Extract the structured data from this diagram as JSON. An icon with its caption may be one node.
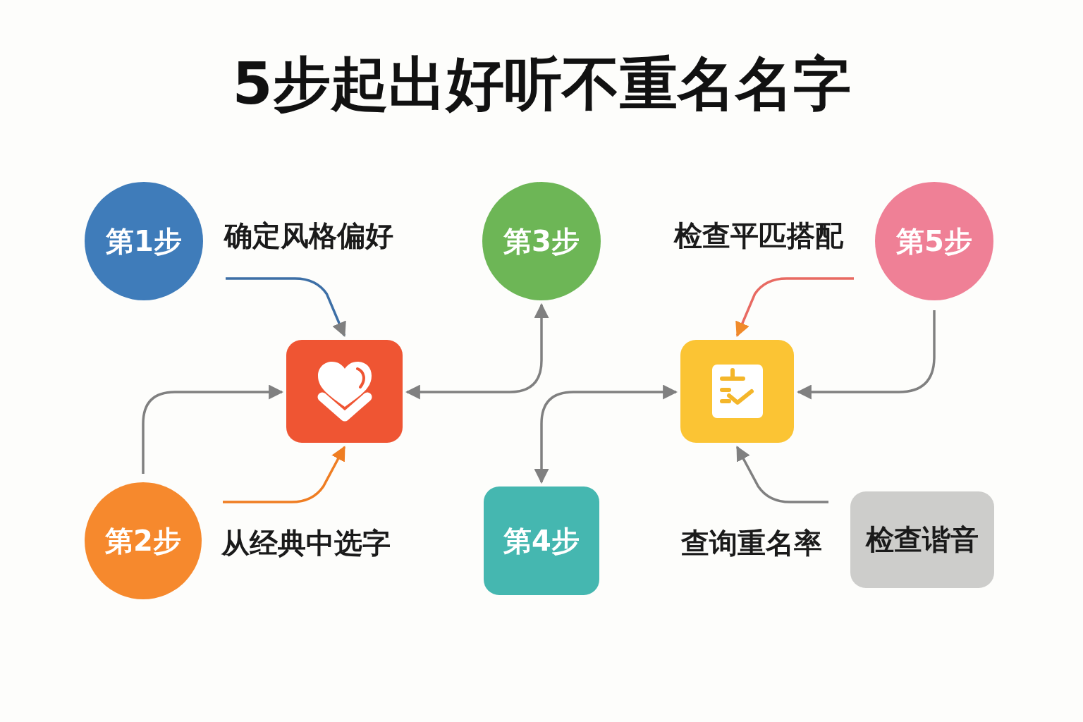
{
  "diagram": {
    "title": "5步起出好听不重名名字",
    "nodes": [
      {
        "text": [
          "第1步"
        ]
      },
      {
        "text": [
          "确定风格偏好"
        ]
      },
      {
        "text": [
          "第3步"
        ]
      },
      {
        "text": [
          "检查平匹搭配"
        ]
      },
      {
        "text": [
          "第5步"
        ]
      },
      {
        "text": [],
        "shape": "box"
      },
      {
        "text": [],
        "shape": "box"
      },
      {
        "text": [
          "第2步"
        ]
      },
      {
        "text": [
          "从经典中选字"
        ]
      },
      {
        "text": [
          "第4步"
        ]
      },
      {
        "text": [
          "查询重名率"
        ]
      },
      {
        "text": [
          "检查谐音"
        ]
      }
    ],
    "edges": [
      {
        "from": 1,
        "to": 5,
        "arrow": "to",
        "color": "#3d6fa6"
      },
      {
        "from": 7,
        "to": 5,
        "arrow": "to"
      },
      {
        "from": 8,
        "to": 5,
        "arrow": "to",
        "color": "#ef7d22"
      },
      {
        "from": 5,
        "to": 2,
        "arrow": "both"
      },
      {
        "from": 6,
        "to": 9,
        "arrow": "both"
      },
      {
        "from": 3,
        "to": 6,
        "arrow": "to",
        "color": "#e86a62"
      },
      {
        "from": 4,
        "to": 6,
        "arrow": "to"
      },
      {
        "from": 10,
        "to": 6,
        "arrow": "to"
      }
    ]
  }
}
